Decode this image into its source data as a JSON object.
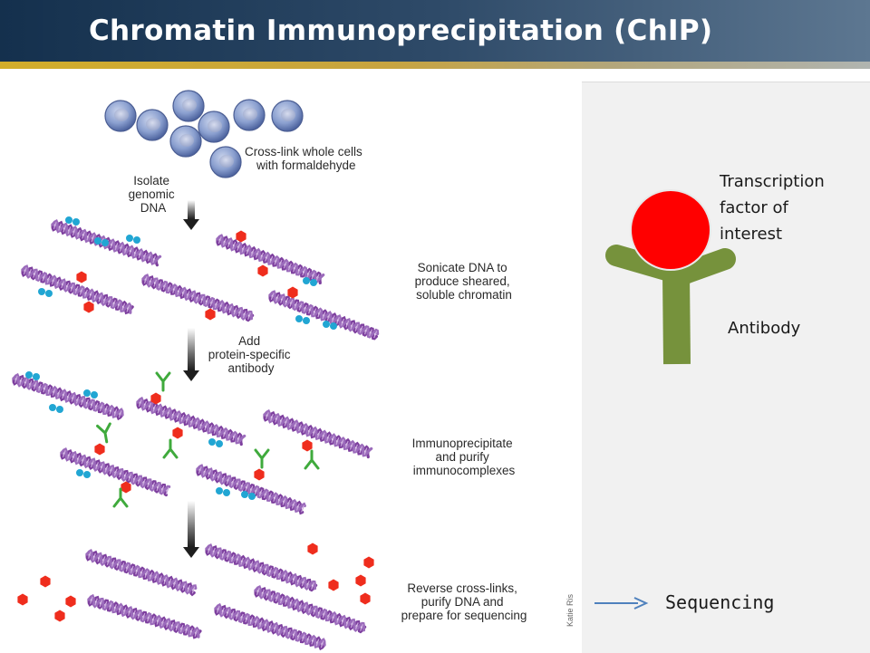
{
  "header": {
    "title": "Chromatin Immunoprecipitation (ChIP)"
  },
  "steps": {
    "crosslink": [
      "Cross-link whole cells",
      "with formaldehyde"
    ],
    "isolate": [
      "Isolate",
      "genomic",
      "DNA"
    ],
    "sonicate": [
      "Sonicate DNA to",
      "produce sheared,",
      "soluble chromatin"
    ],
    "add_antibody": [
      "Add",
      "protein-specific",
      "antibody"
    ],
    "immunoprecipitate": [
      "Immunoprecipitate",
      "and purify",
      "immunocomplexes"
    ],
    "reverse": [
      "Reverse cross-links,",
      "purify DNA and",
      "prepare for sequencing"
    ]
  },
  "credit": "Katie Ris",
  "legend": {
    "transcription_factor": [
      "Transcription",
      "factor of",
      "interest"
    ],
    "antibody": "Antibody",
    "sequencing": "Sequencing"
  },
  "colors": {
    "header_start": "#14304d",
    "header_end": "#5d7791",
    "gold": "#d2ad2a",
    "dna": "#7d3f9e",
    "protein_red": "#ef2d1d",
    "protein_blue": "#21a6d3",
    "antibody_green": "#3faa3c",
    "legend_antibody": "#76923c",
    "legend_tf": "#ff0000",
    "arrow_blue": "#4f81bd"
  }
}
